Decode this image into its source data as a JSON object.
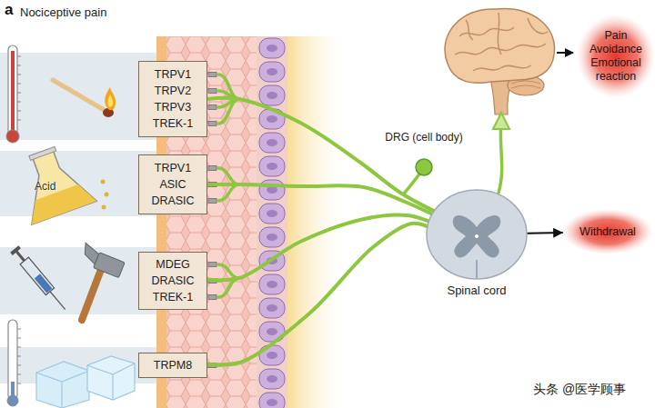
{
  "diagram": {
    "title": "Nociceptive pain",
    "nodes": [
      {
        "text": [
          "TRPV1 TRPV2 TRPV3 TREK-1"
        ]
      },
      {
        "text": [
          "TRPV1 ASIC DRASIC"
        ]
      },
      {
        "text": [
          "MDEG DRASIC TREK-1"
        ]
      },
      {
        "text": [
          "TRPM8"
        ]
      },
      {
        "text": [
          "DRG (cell body)"
        ]
      },
      {
        "text": [
          "Spinal cord"
        ]
      },
      {
        "text": [
          "Pain Avoidance Emotional reaction"
        ]
      },
      {
        "text": [
          "Withdrawal"
        ]
      }
    ],
    "edges": [
      {
        "from": 0,
        "to": 5,
        "arrow": "none"
      },
      {
        "from": 1,
        "to": 5,
        "arrow": "none"
      },
      {
        "from": 2,
        "to": 5,
        "arrow": "none"
      },
      {
        "from": 3,
        "to": 5,
        "arrow": "none"
      },
      {
        "from": 5,
        "to": 7,
        "arrow": "to"
      }
    ],
    "labels": [
      "a",
      "Acid",
      "头条 @医学顾事"
    ]
  }
}
